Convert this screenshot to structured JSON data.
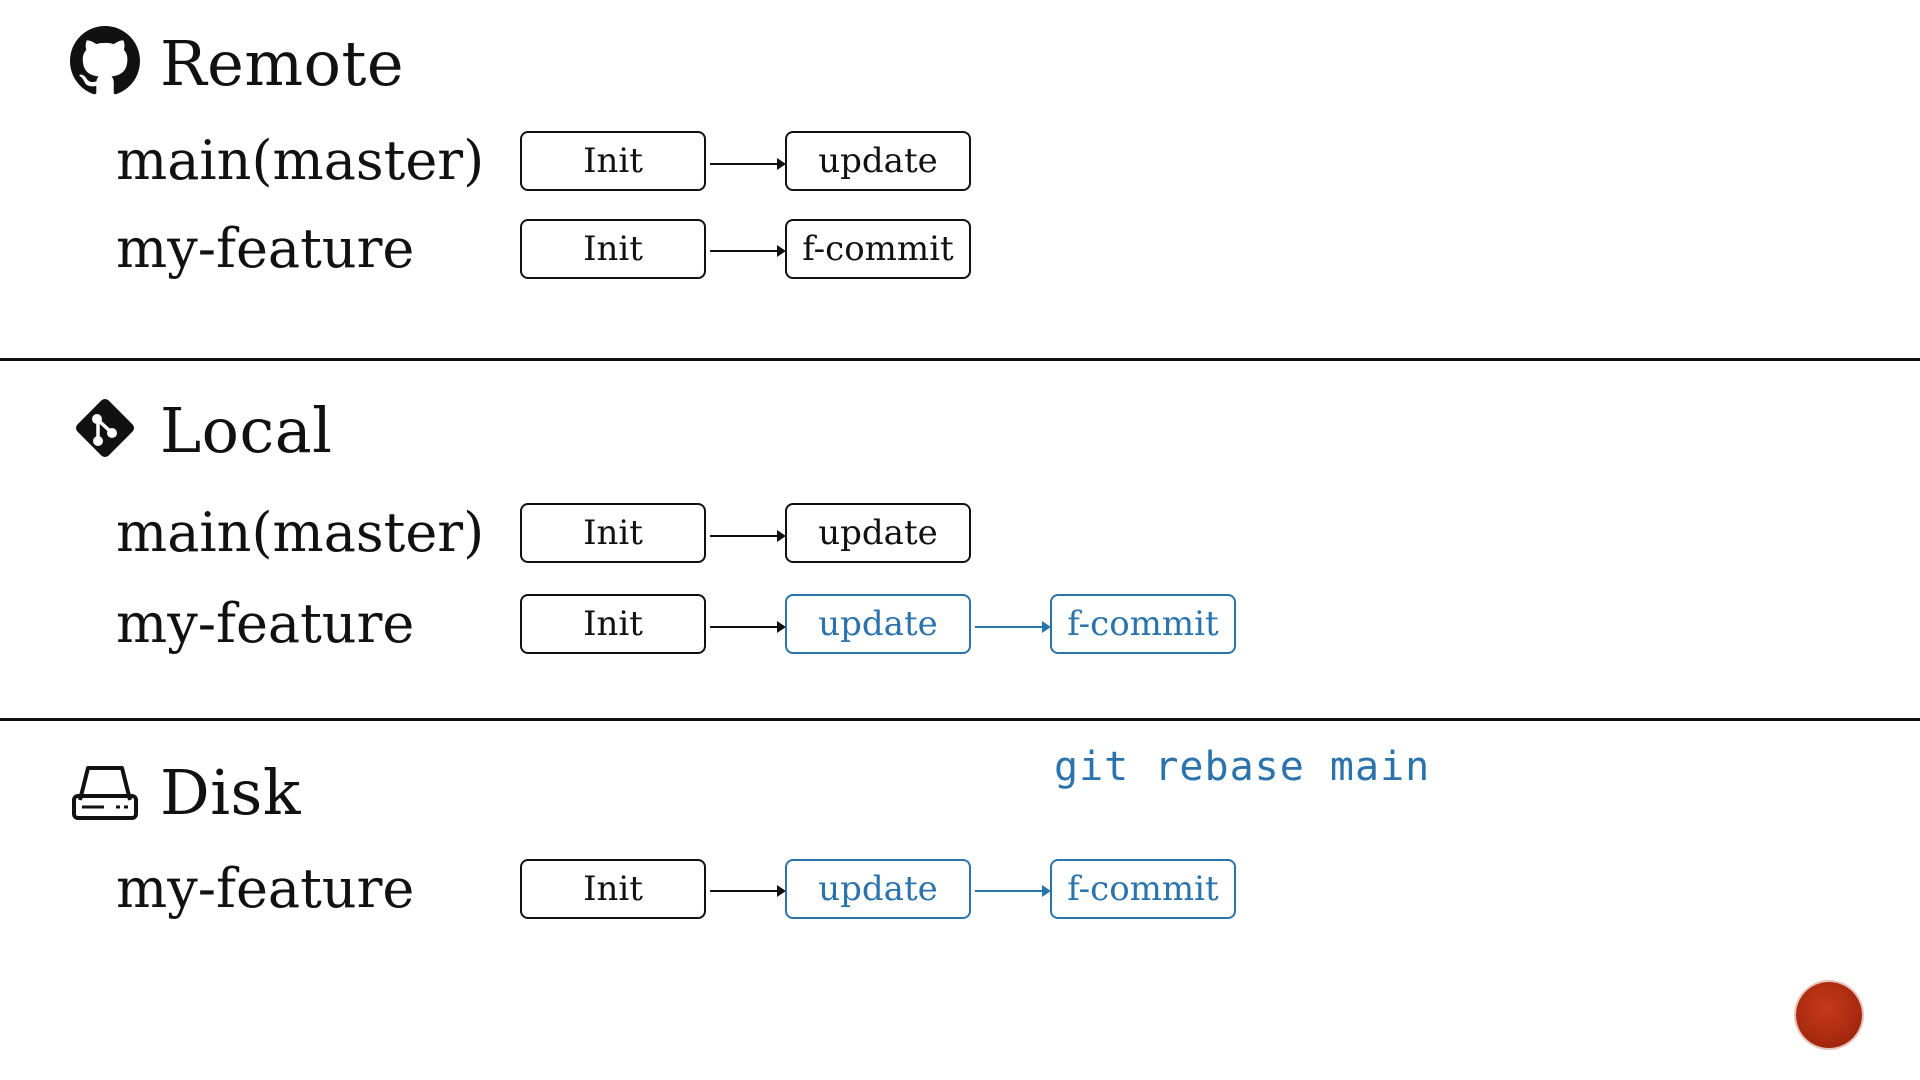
{
  "sections": {
    "remote": {
      "title": "Remote",
      "icon": "github-icon",
      "branches": [
        {
          "label": "main(master)",
          "commits": [
            {
              "text": "Init",
              "color": "black"
            },
            {
              "text": "update",
              "color": "black"
            }
          ]
        },
        {
          "label": "my-feature",
          "commits": [
            {
              "text": "Init",
              "color": "black"
            },
            {
              "text": "f-commit",
              "color": "black"
            }
          ]
        }
      ]
    },
    "local": {
      "title": "Local",
      "icon": "git-icon",
      "branches": [
        {
          "label": "main(master)",
          "commits": [
            {
              "text": "Init",
              "color": "black"
            },
            {
              "text": "update",
              "color": "black"
            }
          ]
        },
        {
          "label": "my-feature",
          "commits": [
            {
              "text": "Init",
              "color": "black"
            },
            {
              "text": "update",
              "color": "blue"
            },
            {
              "text": "f-commit",
              "color": "blue"
            }
          ]
        }
      ]
    },
    "disk": {
      "title": "Disk",
      "icon": "hard-drive-icon",
      "branches": [
        {
          "label": "my-feature",
          "commits": [
            {
              "text": "Init",
              "color": "black"
            },
            {
              "text": "update",
              "color": "blue"
            },
            {
              "text": "f-commit",
              "color": "blue"
            }
          ]
        }
      ]
    }
  },
  "command": "git rebase main",
  "colors": {
    "accent": "#2a73ad",
    "ink": "#111111",
    "record": "#b0300f"
  }
}
